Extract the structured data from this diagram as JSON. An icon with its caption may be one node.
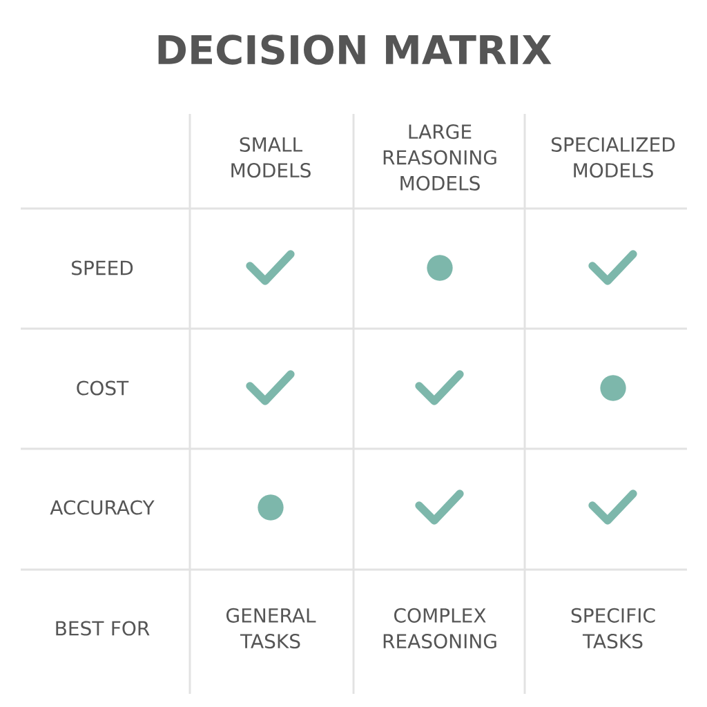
{
  "diagram": {
    "title": "DECISION MATRIX",
    "nodes": [
      {
        "text": [],
        "shape": "check"
      },
      {
        "text": [],
        "shape": "circle"
      },
      {
        "text": [],
        "shape": "check"
      },
      {
        "text": [],
        "shape": "check"
      },
      {
        "text": [],
        "shape": "check"
      },
      {
        "text": [],
        "shape": "circle"
      },
      {
        "text": [],
        "shape": "circle"
      },
      {
        "text": [],
        "shape": "check"
      },
      {
        "text": [],
        "shape": "check"
      }
    ],
    "labels": [
      "SMALL MODELS",
      "LARGE REASONING MODELS",
      "SPECIALIZED MODELS",
      "SPEED",
      "COST",
      "ACCURACY",
      "BEST FOR",
      "GENERAL TASKS",
      "COMPLEX REASONING",
      "SPECIFIC TASKS"
    ]
  }
}
